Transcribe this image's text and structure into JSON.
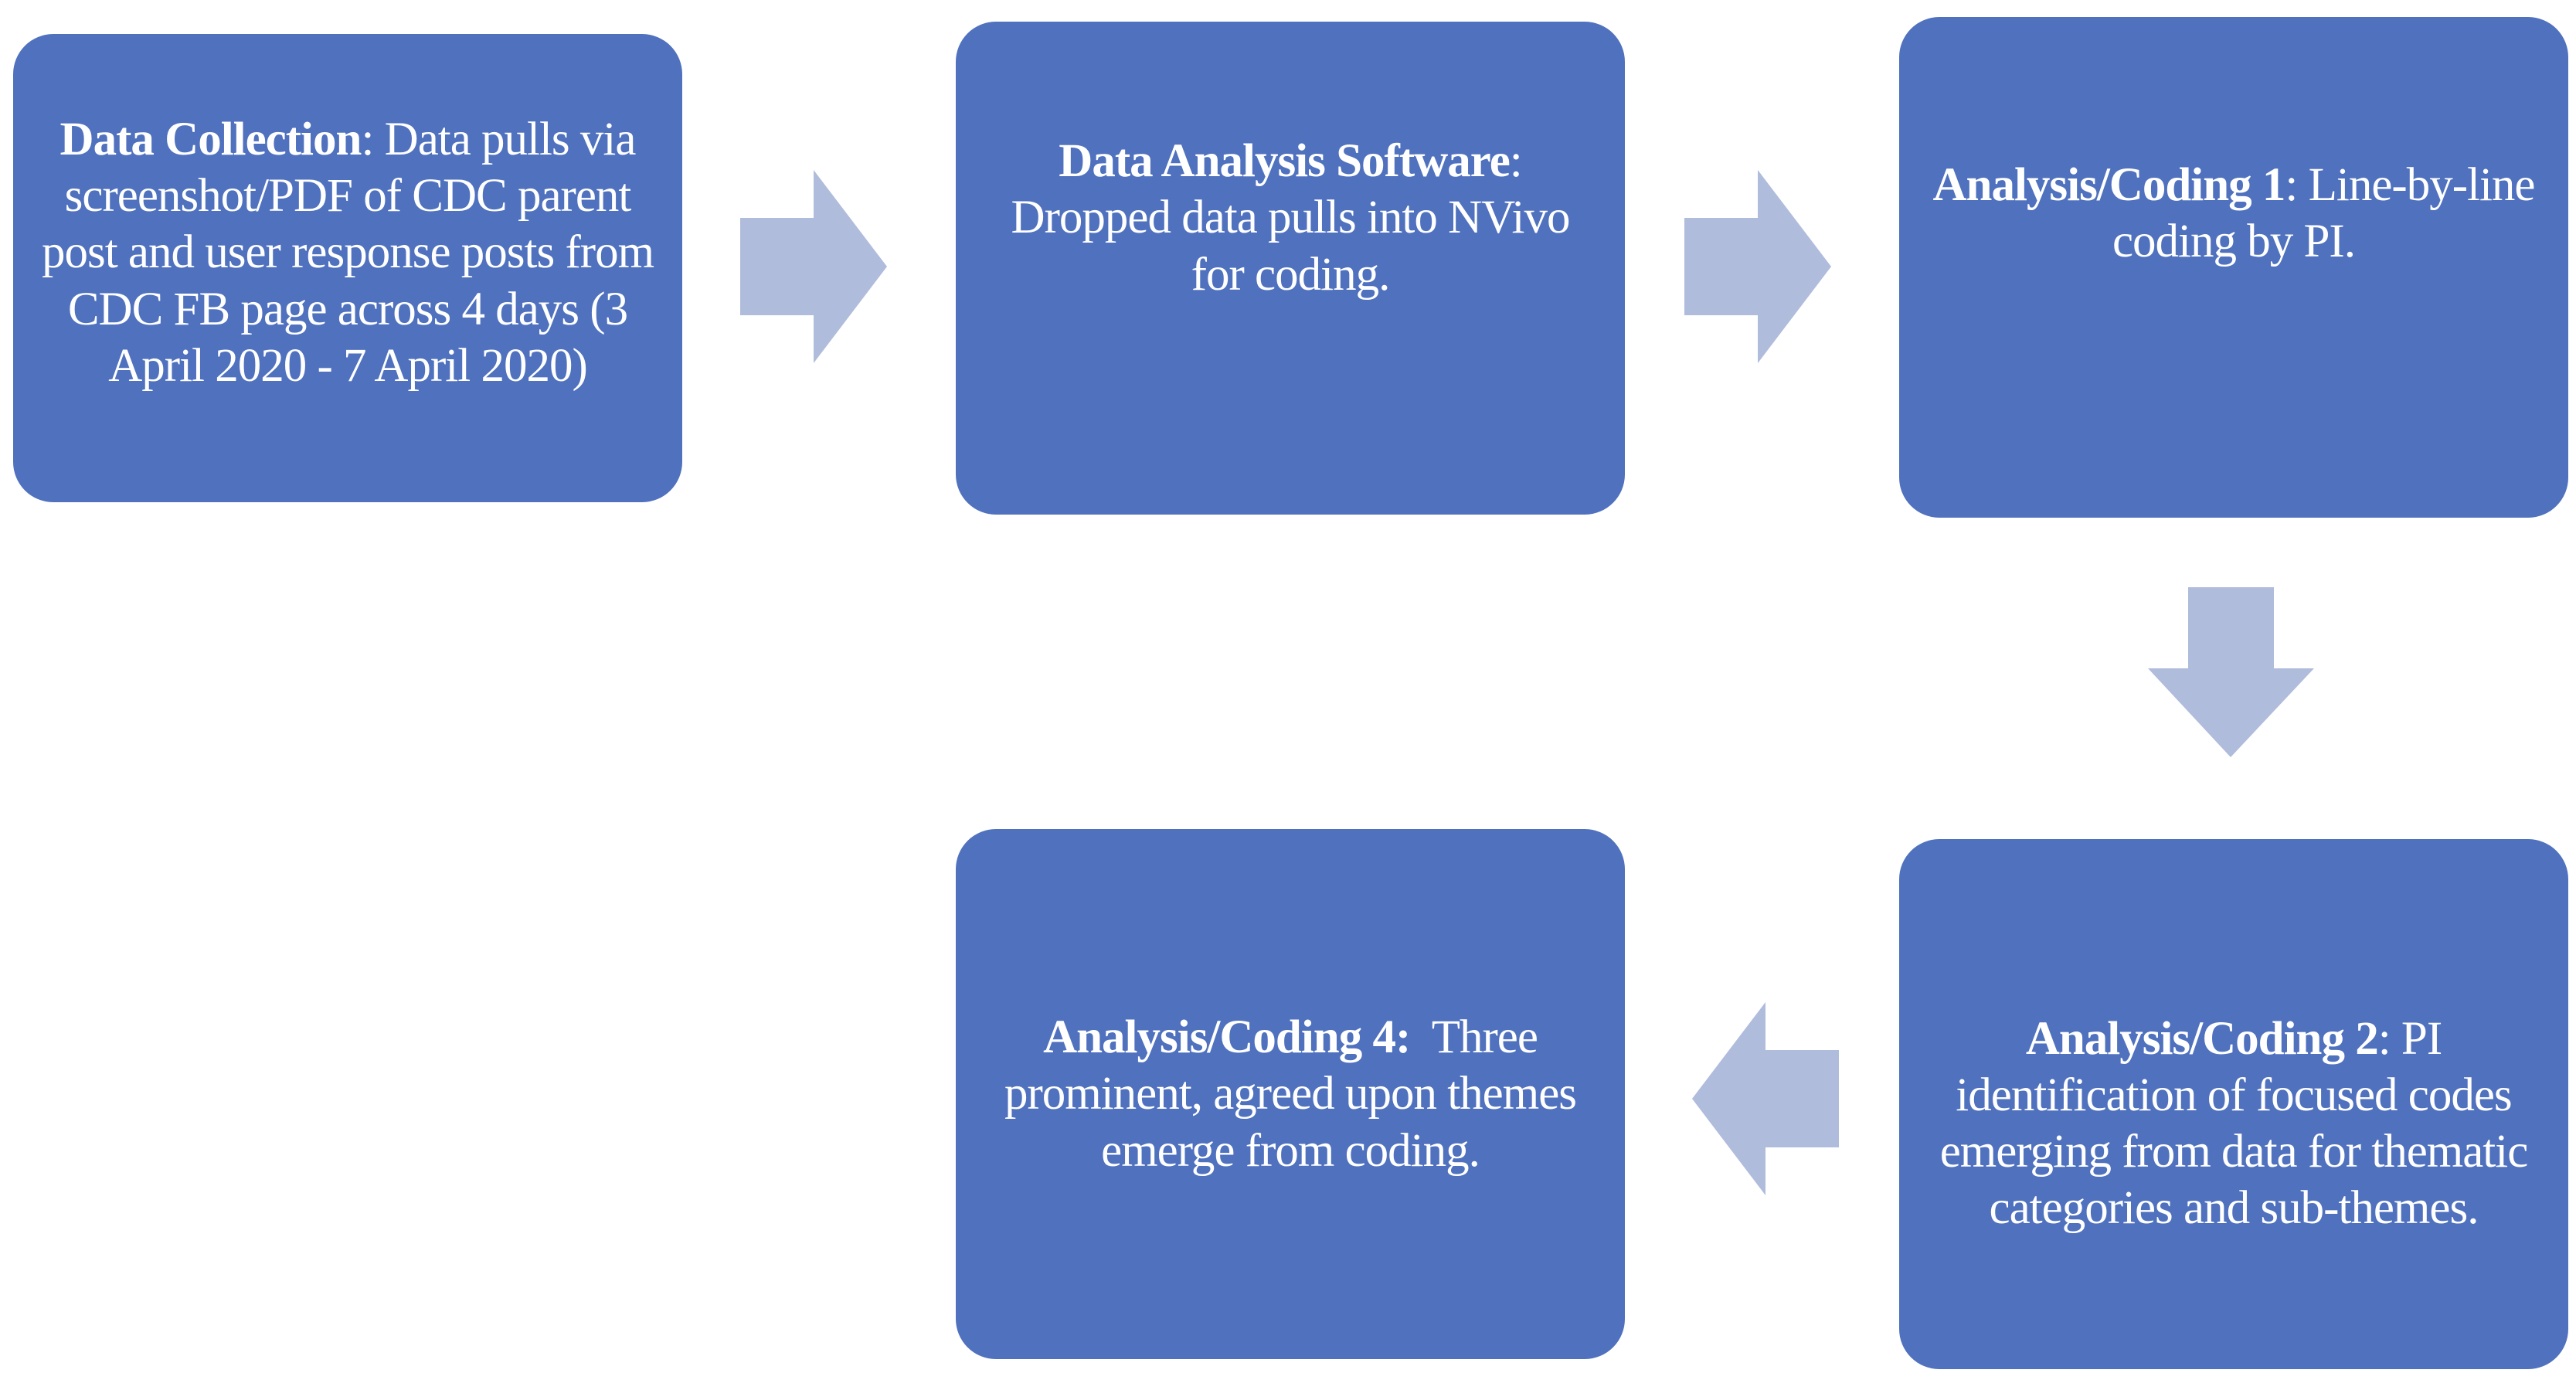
{
  "steps": [
    {
      "id": "data-collection",
      "title": "Data Collection",
      "separator": ":",
      "text": " Data pulls via screenshot/PDF of CDC parent post and user response posts from CDC FB page across 4 days (3 April 2020 - 7 April 2020)"
    },
    {
      "id": "software",
      "title": "Data Analysis Software",
      "separator": ":",
      "text": " Dropped data pulls into NVivo for coding."
    },
    {
      "id": "coding-1",
      "title": "Analysis/Coding 1",
      "separator": ":",
      "text": " Line-by-line coding by PI."
    },
    {
      "id": "coding-2",
      "title": "Analysis/Coding 2",
      "separator": ":",
      "text": " PI identification of focused codes emerging from data for thematic categories and sub-themes."
    },
    {
      "id": "coding-4",
      "title": "Analysis/Coding 4:",
      "separator": "",
      "text": "  Three prominent, agreed upon themes emerge from coding."
    }
  ],
  "colors": {
    "box_fill": "#4f71be",
    "box_text": "#ffffff",
    "arrow_fill": "#b0bcdc",
    "background": "#ffffff"
  },
  "arrows": [
    {
      "from": "data-collection",
      "to": "software",
      "direction": "right"
    },
    {
      "from": "software",
      "to": "coding-1",
      "direction": "right"
    },
    {
      "from": "coding-1",
      "to": "coding-2",
      "direction": "down"
    },
    {
      "from": "coding-2",
      "to": "coding-4",
      "direction": "left"
    }
  ]
}
